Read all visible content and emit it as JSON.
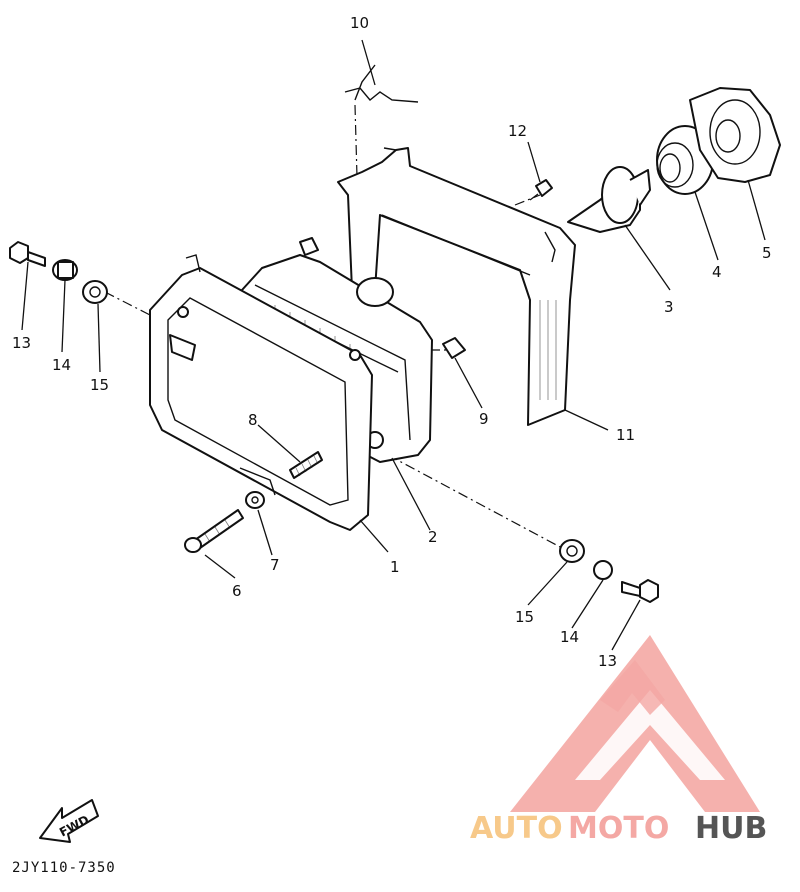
{
  "diagram": {
    "part_labels": [
      {
        "id": "1",
        "text": "1"
      },
      {
        "id": "2",
        "text": "2"
      },
      {
        "id": "3",
        "text": "3"
      },
      {
        "id": "4",
        "text": "4"
      },
      {
        "id": "5",
        "text": "5"
      },
      {
        "id": "6",
        "text": "6"
      },
      {
        "id": "7",
        "text": "7"
      },
      {
        "id": "8",
        "text": "8"
      },
      {
        "id": "9",
        "text": "9"
      },
      {
        "id": "10",
        "text": "10"
      },
      {
        "id": "11",
        "text": "11"
      },
      {
        "id": "12",
        "text": "12"
      },
      {
        "id": "13a",
        "text": "13"
      },
      {
        "id": "14a",
        "text": "14"
      },
      {
        "id": "15a",
        "text": "15"
      },
      {
        "id": "13b",
        "text": "13"
      },
      {
        "id": "14b",
        "text": "14"
      },
      {
        "id": "15b",
        "text": "15"
      }
    ],
    "direction_label": "FWD",
    "diagram_code": "2JY110-7350"
  },
  "watermark": {
    "text_auto": "AUTO",
    "text_moto": "MOTO",
    "text_hub": "HUB",
    "color_primary": "#f4a8a4",
    "color_auto": "#f7c98a",
    "color_hub": "#555555"
  }
}
